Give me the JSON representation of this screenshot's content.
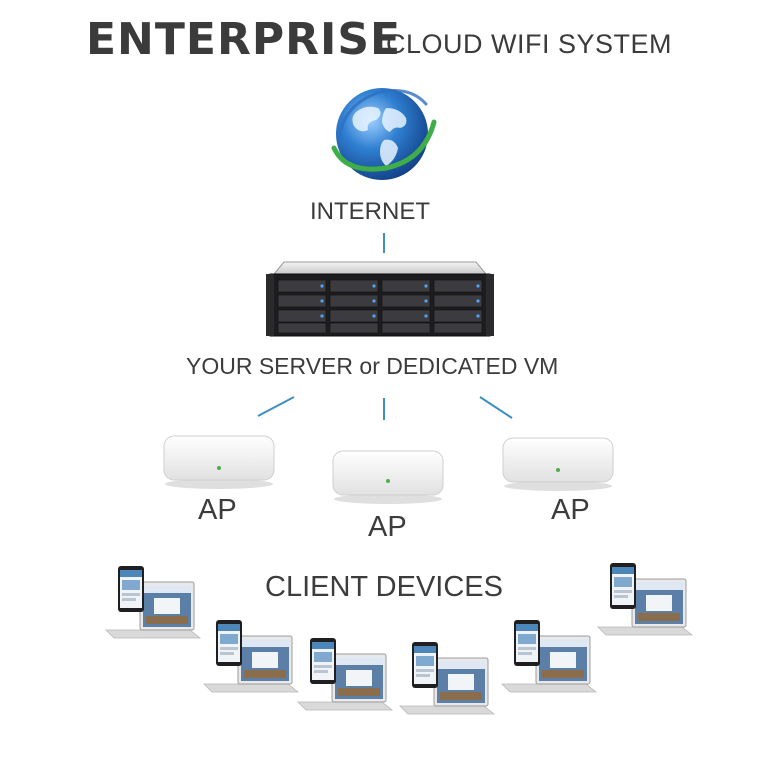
{
  "header": {
    "title_main": "ENTERPRISE",
    "title_sub": "CLOUD WIFI SYSTEM"
  },
  "nodes": {
    "internet_label": "INTERNET",
    "server_label": "YOUR SERVER or DEDICATED VM",
    "ap_labels": [
      "AP",
      "AP",
      "AP"
    ],
    "clients_label": "CLIENT DEVICES"
  },
  "icons": {
    "internet": "globe-icon",
    "server": "rack-server-icon",
    "access_point": "access-point-icon",
    "client": "laptop-tablet-icon"
  },
  "colors": {
    "connector": "#3d8fc2",
    "globe": "#2f7fd1",
    "orbit": "#3fae49",
    "ap_led": "#4caf50"
  }
}
